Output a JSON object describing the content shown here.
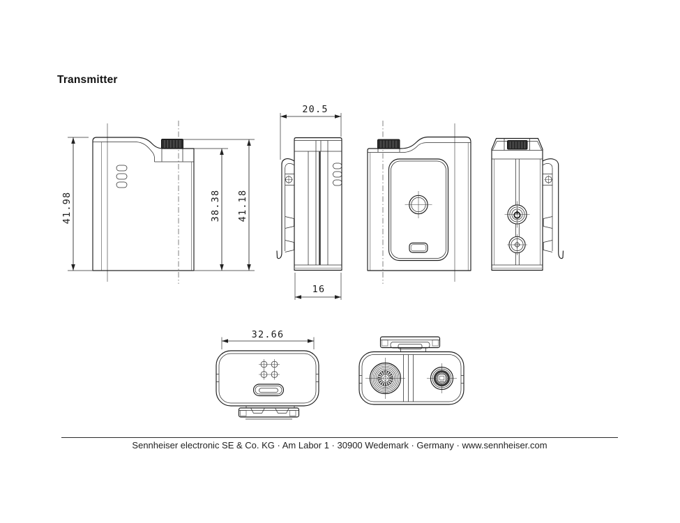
{
  "title": "Transmitter",
  "footer": {
    "company_line": "Sennheiser electronic SE & Co. KG · Am Labor 1 · 30900 Wedemark · Germany · www.sennheiser.com"
  },
  "drawing": {
    "dimensions": {
      "front_overall_height": "41.98",
      "front_body_height": "38.38",
      "front_height_to_knob_top": "41.18",
      "side_depth_with_clip": "20.5",
      "side_body_depth": "16",
      "bottom_overall_width": "32.66"
    },
    "line_color": "#1c1c1c",
    "background_color": "#ffffff",
    "views": [
      "front",
      "left-side",
      "back",
      "right-side",
      "bottom",
      "top"
    ]
  }
}
